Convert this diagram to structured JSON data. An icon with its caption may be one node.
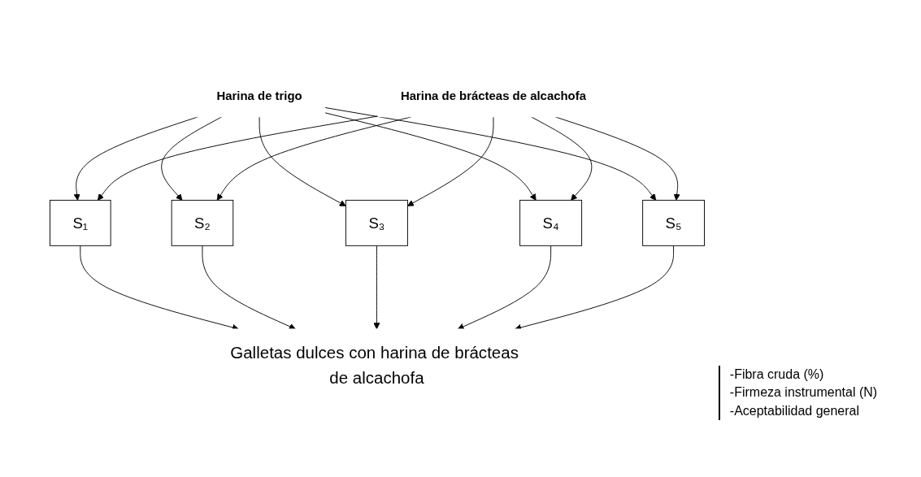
{
  "diagram": {
    "nodes": [
      {
        "text": [
          "Harina de trigo"
        ]
      },
      {
        "text": [
          "Harina de brácteas de alcachofa"
        ]
      },
      {
        "text": [
          "S₁"
        ]
      },
      {
        "text": [
          "S₂"
        ]
      },
      {
        "text": [
          "S₃"
        ]
      },
      {
        "text": [
          "S₄"
        ]
      },
      {
        "text": [
          "S₅"
        ]
      },
      {
        "text": [
          "Galletas dulces con harina de brácteas de alcachofa"
        ]
      }
    ],
    "edges": [
      {
        "from": 0,
        "to": 2,
        "arrow": "to"
      },
      {
        "from": 0,
        "to": 3,
        "arrow": "to"
      },
      {
        "from": 0,
        "to": 4,
        "arrow": "to"
      },
      {
        "from": 0,
        "to": 5,
        "arrow": "to"
      },
      {
        "from": 0,
        "to": 6,
        "arrow": "to"
      },
      {
        "from": 1,
        "to": 2,
        "arrow": "to"
      },
      {
        "from": 1,
        "to": 3,
        "arrow": "to"
      },
      {
        "from": 1,
        "to": 4,
        "arrow": "to"
      },
      {
        "from": 1,
        "to": 5,
        "arrow": "to"
      },
      {
        "from": 1,
        "to": 6,
        "arrow": "to"
      },
      {
        "from": 2,
        "to": 7,
        "arrow": "to"
      },
      {
        "from": 3,
        "to": 7,
        "arrow": "to"
      },
      {
        "from": 4,
        "to": 7,
        "arrow": "to"
      },
      {
        "from": 5,
        "to": 7,
        "arrow": "to"
      },
      {
        "from": 6,
        "to": 7,
        "arrow": "to"
      }
    ],
    "labels": [
      "-Fibra cruda (%)",
      "-Firmeza instrumental (N)",
      "-Aceptabilidad general"
    ]
  }
}
